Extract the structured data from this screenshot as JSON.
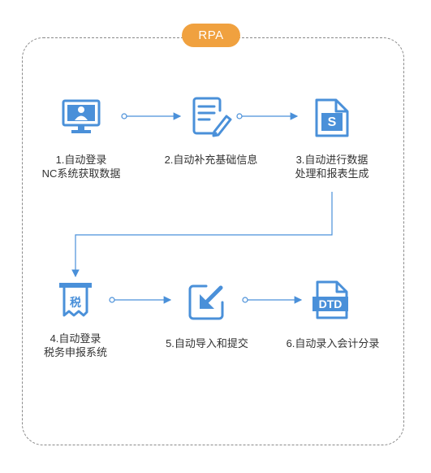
{
  "badge": "RPA",
  "steps": [
    {
      "line1": "1.自动登录",
      "line2": "NC系统获取数据",
      "icon": "monitor-user-icon"
    },
    {
      "line1": "2.自动补充基础信息",
      "line2": "",
      "icon": "document-edit-icon"
    },
    {
      "line1": "3.自动进行数据",
      "line2": "处理和报表生成",
      "icon": "file-s-icon"
    },
    {
      "line1": "4.自动登录",
      "line2": "税务申报系统",
      "icon": "tax-receipt-icon"
    },
    {
      "line1": "5.自动导入和提交",
      "line2": "",
      "icon": "import-arrow-icon"
    },
    {
      "line1": "6.自动录入会计分录",
      "line2": "",
      "icon": "dtd-file-icon"
    }
  ],
  "icon_text": {
    "tax": "税",
    "file_s": "S",
    "dtd": "DTD"
  },
  "colors": {
    "accent": "#4a90d9",
    "badge": "#f0a13f",
    "frame": "#8a8a8a"
  }
}
